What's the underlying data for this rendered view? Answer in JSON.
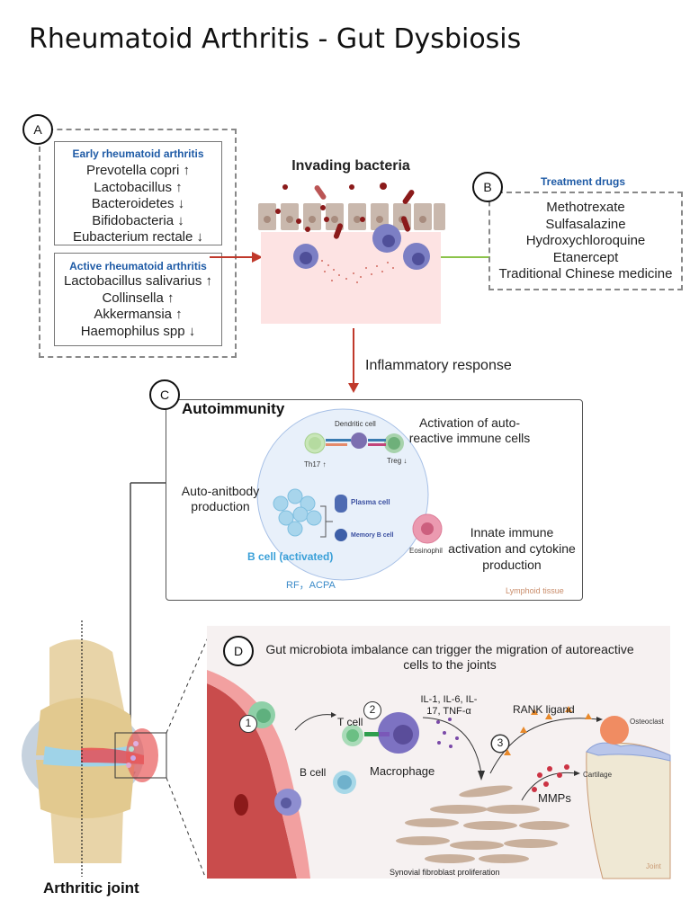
{
  "title": "Rheumatoid Arthritis - Gut Dysbiosis",
  "panel_a": {
    "label": "A",
    "early": {
      "heading": "Early rheumatoid arthritis",
      "items": [
        "Prevotella copri ↑",
        "Lactobacillus  ↑",
        "Bacteroidetes  ↓",
        "Bifidobacteria ↓",
        "Eubacterium rectale ↓"
      ]
    },
    "active": {
      "heading": "Active rheumatoid arthritis",
      "items": [
        "Lactobacillus  salivarius ↑",
        "Collinsella ↑",
        "Akkermansia ↑",
        "Haemophilus spp ↓"
      ]
    }
  },
  "invading": {
    "heading": "Invading bacteria"
  },
  "panel_b": {
    "label": "B",
    "heading": "Treatment drugs",
    "items": [
      "Methotrexate",
      "Sulfasalazine",
      "Hydroxychloroquine",
      "Etanercept",
      "Traditional Chinese medicine"
    ]
  },
  "arrow_label": "Inflammatory response",
  "panel_c": {
    "label": "C",
    "heading": "Autoimmunity",
    "activation": "Activation of auto-reactive immune cells",
    "auto_antibody": "Auto-anitbody production",
    "innate": "Innate immune activation and cytokine production",
    "tissue": "Lymphoid tissue",
    "cells": {
      "dendritic": "Dendritic cell",
      "th17": "Th17 ↑",
      "treg": "Treg ↓",
      "plasma": "Plasma cell",
      "memory_b": "Memory B cell",
      "b_activated": "B cell (activated)",
      "rf_acpa": "RF，ACPA",
      "eosinophil": "Eosinophil"
    }
  },
  "joint": {
    "label": "Arthritic joint"
  },
  "panel_d": {
    "label": "D",
    "heading": "Gut microbiota imbalance can trigger the migration of autoreactive cells to the joints",
    "steps": [
      "1",
      "2",
      "3"
    ],
    "t_cell": "T cell",
    "b_cell": "B cell",
    "macrophage": "Macrophage",
    "cytokines": "IL-1, IL-6, IL-17, TNF-α",
    "rank": "RANK ligand",
    "osteoclast": "Osteoclast",
    "cartilage": "Cartilage",
    "mmps": "MMPs",
    "synovial": "Synovial fibroblast proliferation",
    "joint_label": "Joint"
  },
  "colors": {
    "heading_blue": "#1f5ba6",
    "arrow_red": "#c0392b",
    "inhibit_green": "#8bc34a",
    "tissue_pink": "#fde3e3",
    "tissue_label": "#c98c6a"
  }
}
